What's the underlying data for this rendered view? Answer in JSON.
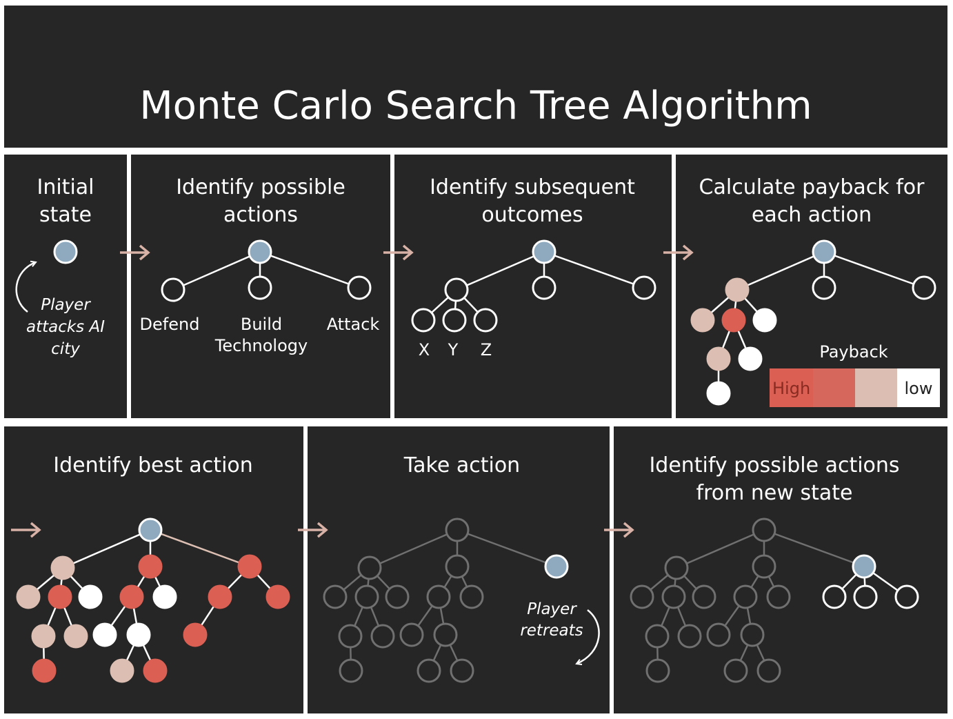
{
  "title": "Monte Carlo Search Tree Algorithm",
  "colors": {
    "background": "#262626",
    "frame": "#ffffff",
    "root": "#8faabf",
    "high": "#db5f53",
    "medium": "#dcbfb2",
    "low": "#ffffff",
    "dim_line": "#707070",
    "arrow": "#d8b2a6"
  },
  "panels": [
    {
      "title_line1": "Initial",
      "title_line2": "state",
      "note_lines": [
        "Player",
        "attacks AI",
        "city"
      ]
    },
    {
      "title_line1": "Identify possible",
      "title_line2": "actions",
      "labels": [
        "Defend",
        "Build",
        "Technology",
        "Attack"
      ]
    },
    {
      "title_line1": "Identify subsequent",
      "title_line2": "outcomes",
      "labels": [
        "X",
        "Y",
        "Z"
      ]
    },
    {
      "title_line1": "Calculate payback for",
      "title_line2": "each action",
      "legend_title": "Payback",
      "legend_high": "High",
      "legend_low": "low"
    },
    {
      "title_line1": "Identify best action"
    },
    {
      "title_line1": "Take action",
      "note_lines": [
        "Player",
        "retreats"
      ]
    },
    {
      "title_line1": "Identify possible actions",
      "title_line2": "from new state"
    }
  ]
}
